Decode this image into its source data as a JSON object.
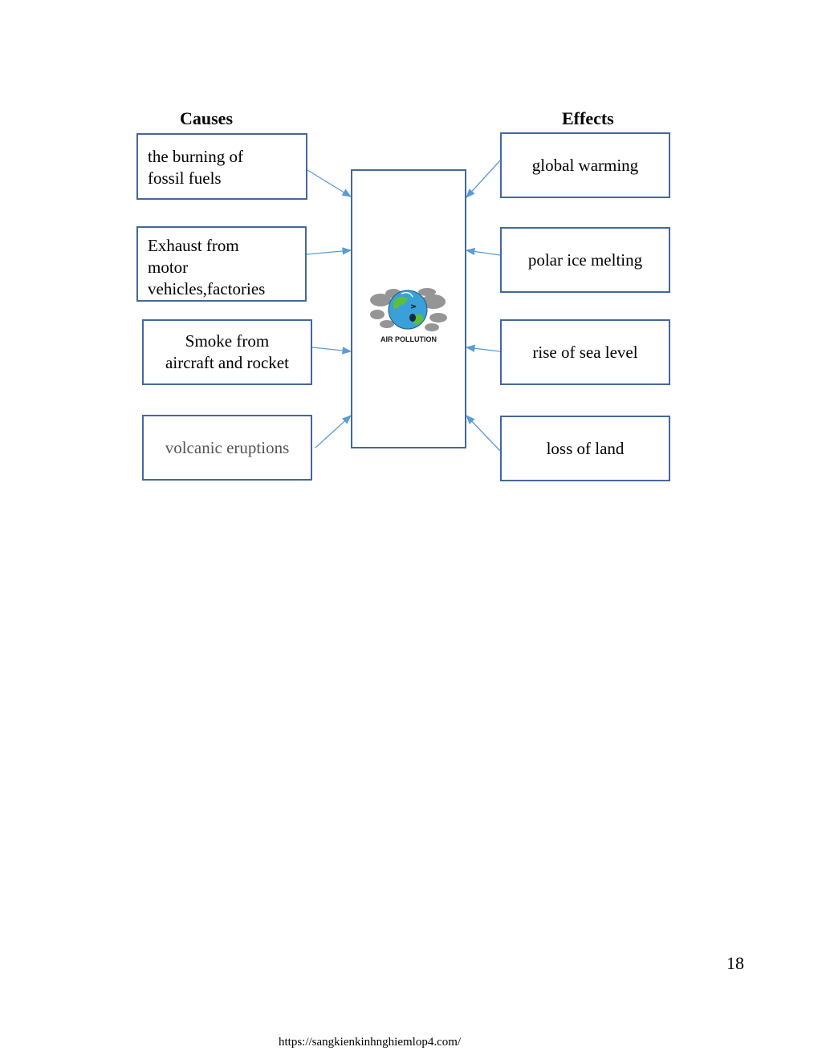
{
  "headings": {
    "causes": "Causes",
    "effects": "Effects"
  },
  "causes": [
    "the burning of\nfossil fuels",
    "Exhaust from\nmotor\nvehicles,factories",
    "Smoke from\naircraft and rocket",
    "volcanic eruptions"
  ],
  "effects": [
    "global warming",
    "polar ice melting",
    "rise of sea level",
    "loss of land"
  ],
  "center": {
    "image_caption": "AIR POLLUTION",
    "icon": "polluted-earth-icon"
  },
  "colors": {
    "box_border": "#44689a",
    "arrow": "#5b9bd5",
    "earth_blue": "#3aa0d8",
    "land_green": "#5cbf3a",
    "smog": "#8a8a8a"
  },
  "page_number": "18",
  "footer_url": "https://sangkienkinhnghiemlop4.com/"
}
